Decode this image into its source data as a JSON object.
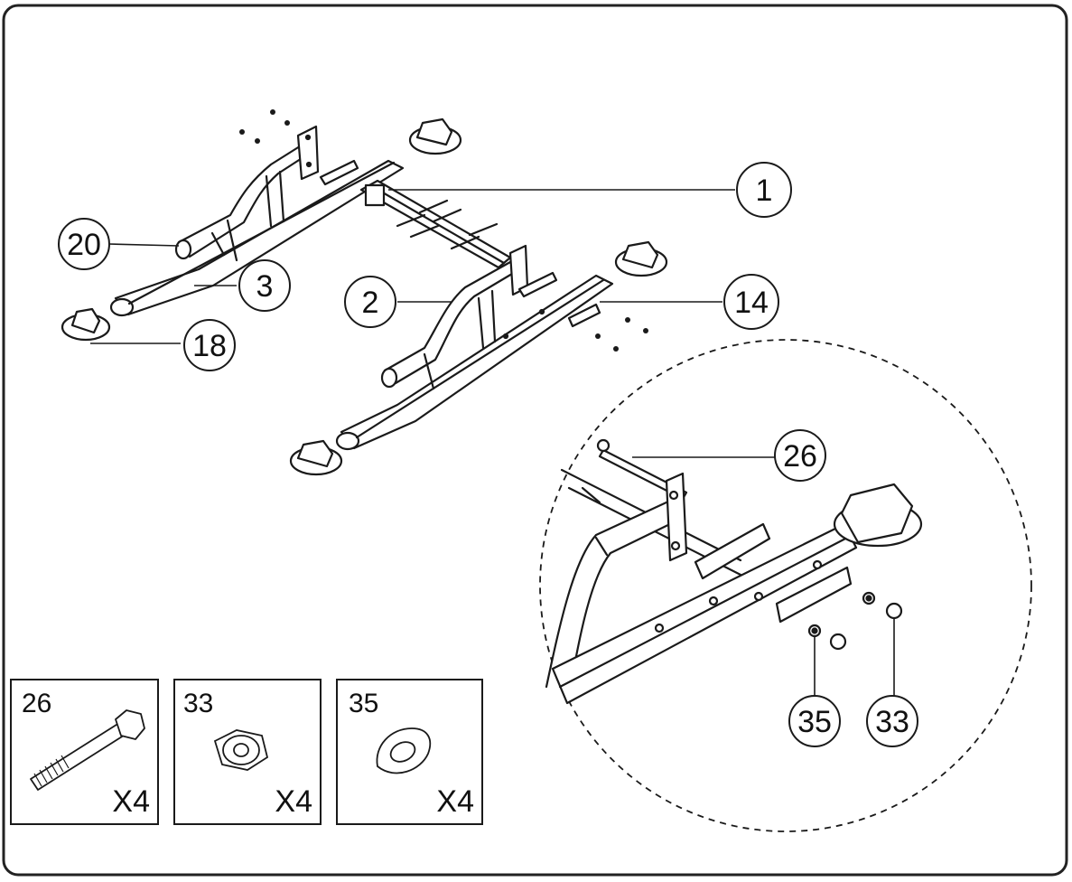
{
  "callouts": {
    "c1": "1",
    "c2": "2",
    "c3": "3",
    "c14": "14",
    "c18": "18",
    "c20": "20",
    "c26": "26",
    "c33": "33",
    "c35": "35"
  },
  "hardware": [
    {
      "part": "26",
      "qty": "X4",
      "icon": "bolt-icon"
    },
    {
      "part": "33",
      "qty": "X4",
      "icon": "nut-icon"
    },
    {
      "part": "35",
      "qty": "X4",
      "icon": "washer-icon"
    }
  ],
  "colors": {
    "line": "#1a1a1a",
    "border": "#222222"
  }
}
